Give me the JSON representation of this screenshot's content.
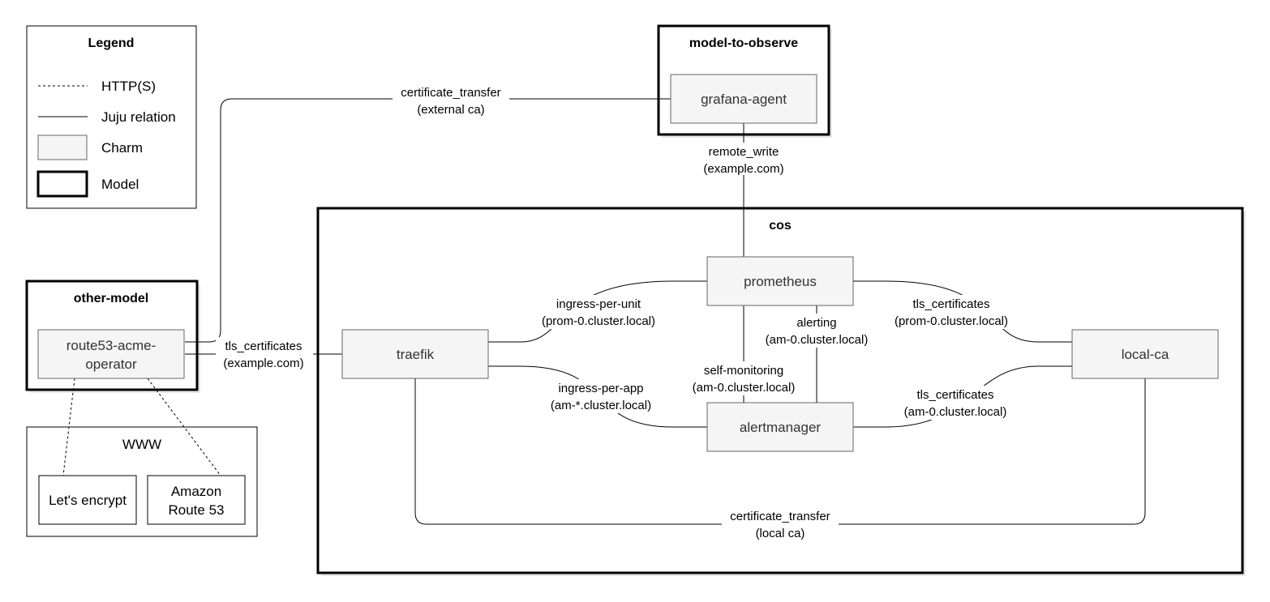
{
  "legend": {
    "title": "Legend",
    "items": [
      "HTTP(S)",
      "Juju relation",
      "Charm",
      "Model"
    ]
  },
  "models": {
    "observe": {
      "title": "model-to-observe"
    },
    "other": {
      "title": "other-model"
    },
    "cos": {
      "title": "cos"
    },
    "www": {
      "title": "WWW"
    }
  },
  "charms": {
    "grafana_agent": "grafana-agent",
    "route53_line1": "route53-acme-",
    "route53_line2": "operator",
    "traefik": "traefik",
    "prometheus": "prometheus",
    "alertmanager": "alertmanager",
    "local_ca": "local-ca"
  },
  "external": {
    "letsencrypt": "Let's encrypt",
    "route53_line1": "Amazon",
    "route53_line2": "Route 53"
  },
  "relations": {
    "cert_transfer_ext": [
      "certificate_transfer",
      "(external ca)"
    ],
    "remote_write": [
      "remote_write",
      "(example.com)"
    ],
    "tls_example": [
      "tls_certificates",
      "(example.com)"
    ],
    "ingress_unit": [
      "ingress-per-unit",
      "(prom-0.cluster.local)"
    ],
    "ingress_app": [
      "ingress-per-app",
      "(am-*.cluster.local)"
    ],
    "alerting": [
      "alerting",
      "(am-0.cluster.local)"
    ],
    "self_monitoring": [
      "self-monitoring",
      "(am-0.cluster.local)"
    ],
    "tls_prom": [
      "tls_certificates",
      "(prom-0.cluster.local)"
    ],
    "tls_am": [
      "tls_certificates",
      "(am-0.cluster.local)"
    ],
    "cert_transfer_local": [
      "certificate_transfer",
      "(local ca)"
    ]
  }
}
